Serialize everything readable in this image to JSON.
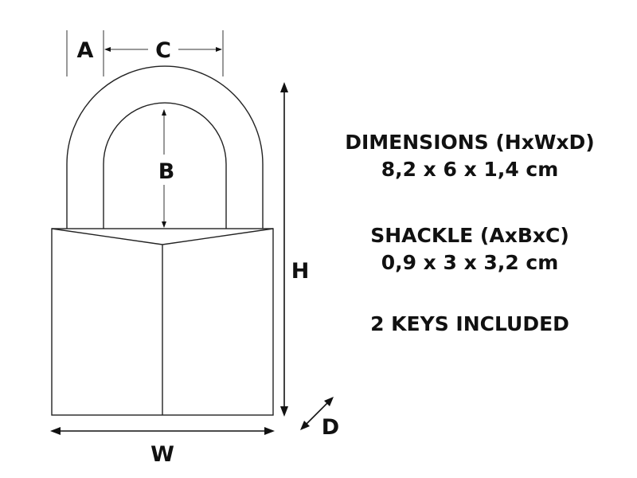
{
  "labels": {
    "a": "A",
    "b": "B",
    "c": "C",
    "h": "H",
    "w": "W",
    "d": "D"
  },
  "dimensions": {
    "heading": "DIMENSIONS (HxWxD)",
    "value": "8,2 x 6 x 1,4 cm"
  },
  "shackle": {
    "heading": "SHACKLE (AxBxC)",
    "value": "0,9 x 3 x 3,2 cm"
  },
  "keys": {
    "text": "2 KEYS INCLUDED"
  }
}
